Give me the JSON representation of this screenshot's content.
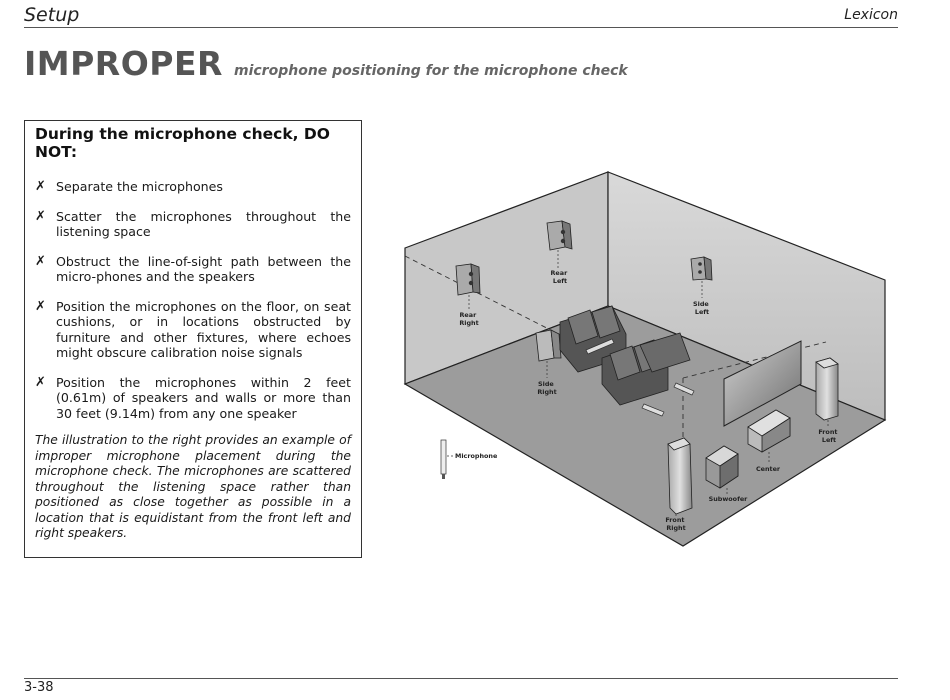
{
  "header": {
    "section": "Setup",
    "brand": "Lexicon"
  },
  "title": {
    "main": "IMPROPER",
    "subtitle": "microphone positioning for the microphone check"
  },
  "box": {
    "heading": "During the microphone check, DO NOT:",
    "marker": "✗",
    "items": [
      "Separate the microphones",
      "Scatter the microphones throughout the listening space",
      "Obstruct the line-of-sight path between the micro-phones and the speakers",
      "Position the microphones on the floor, on seat cushions, or in locations obstructed by furniture and other fixtures, where echoes might obscure calibration noise signals",
      "Position the microphones within 2 feet (0.61m) of speakers and walls or more than 30 feet (9.14m) from any one speaker"
    ],
    "note": "The illustration to the right provides an example of improper microphone placement during the microphone check. The microphones are scattered throughout the listening space rather than positioned as close together as possible in a location that is equidistant from the front left and right speakers."
  },
  "diagram": {
    "labels": {
      "rear_left": [
        "Rear",
        "Left"
      ],
      "rear_right": [
        "Rear",
        "Right"
      ],
      "side_left": [
        "Side",
        "Left"
      ],
      "side_right": [
        "Side",
        "Right"
      ],
      "front_left": [
        "Front",
        "Left"
      ],
      "front_right": [
        "Front",
        "Right"
      ],
      "center": "Center",
      "subwoofer": "Subwoofer",
      "microphone": "Microphone"
    }
  },
  "footer": {
    "page": "3-38"
  }
}
